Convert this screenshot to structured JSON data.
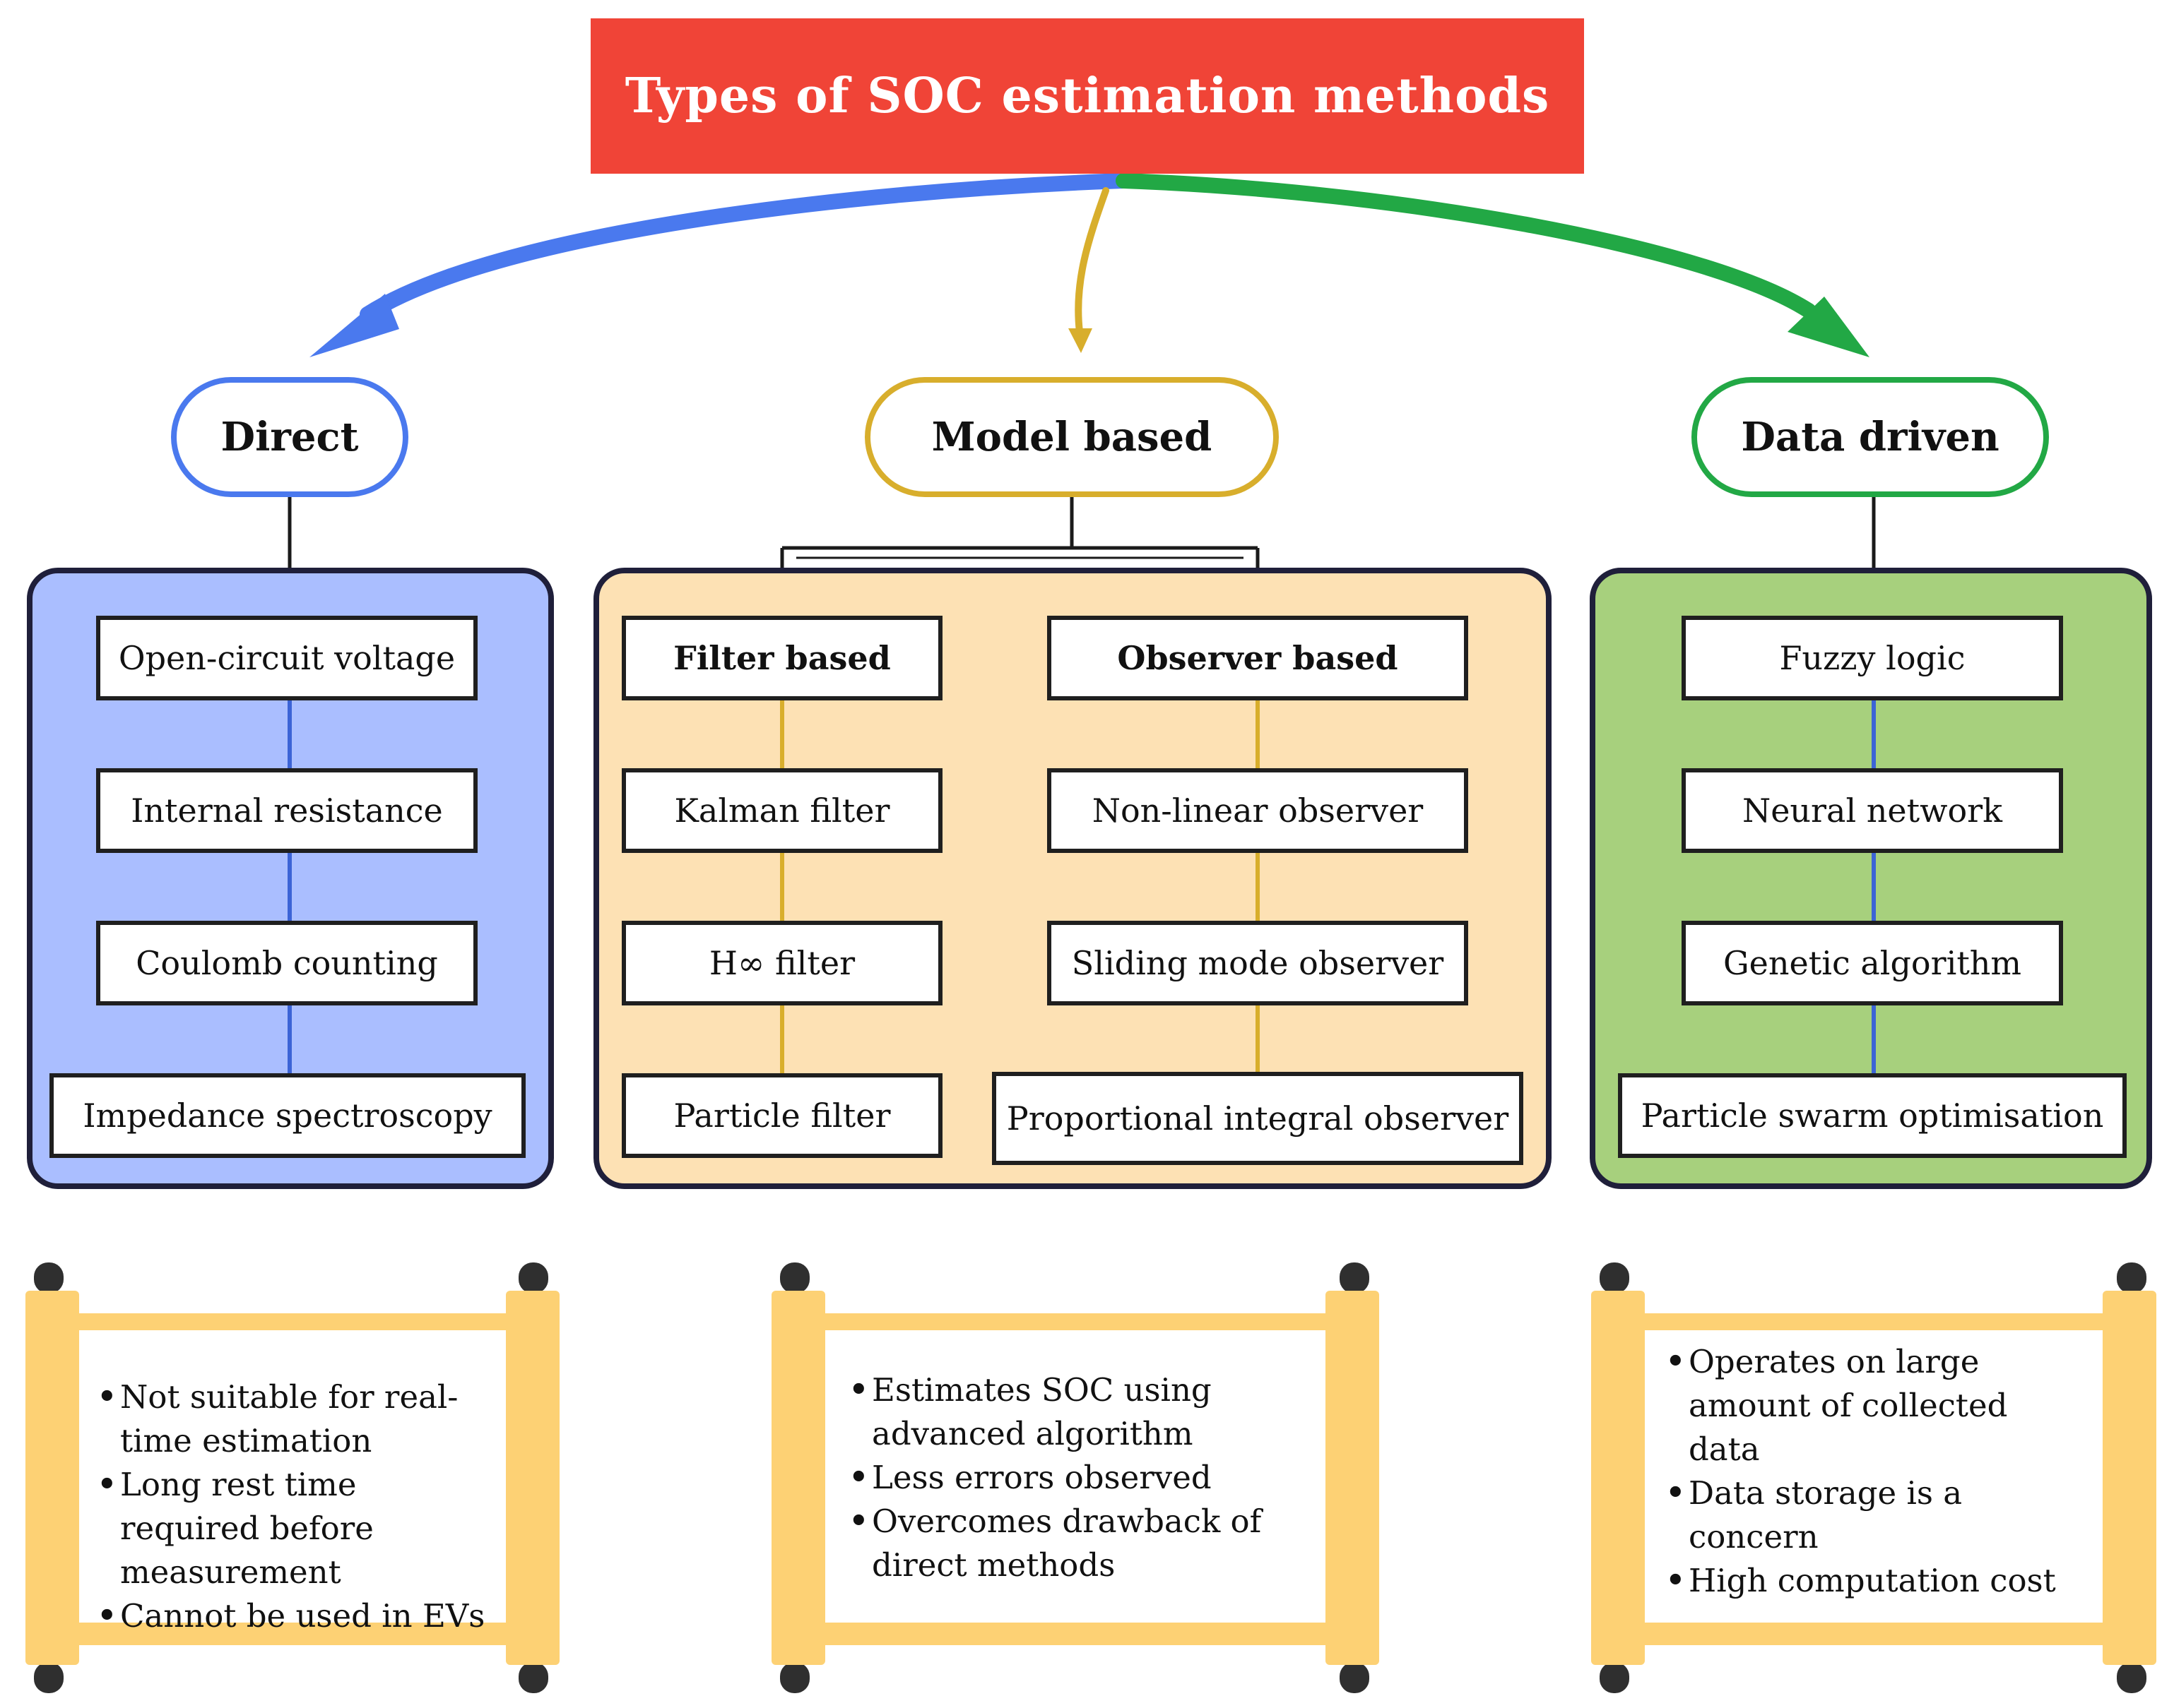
{
  "title": "Types of SOC estimation methods",
  "colors": {
    "title_bg": "#f04437",
    "direct": "#4a79ee",
    "model": "#d8ae2c",
    "data": "#22a845",
    "direct_panel": "#aabeff",
    "model_panel": "#fde1b4",
    "data_panel": "#a7d07d",
    "scroll": "#fdd174"
  },
  "direct": {
    "label": "Direct",
    "methods": [
      "Open-circuit voltage",
      "Internal resistance",
      "Coulomb counting",
      "Impedance spectroscopy"
    ],
    "notes": [
      "Not suitable for real-time estimation",
      "Long rest time required before measurement",
      "Cannot be used in EVs"
    ]
  },
  "model": {
    "label": "Model based",
    "filter": {
      "label": "Filter based",
      "methods": [
        "Kalman filter",
        "H∞ filter",
        "Particle filter"
      ]
    },
    "observer": {
      "label": "Observer based",
      "methods": [
        "Non-linear observer",
        "Sliding mode observer",
        "Proportional integral observer"
      ]
    },
    "notes": [
      "Estimates SOC using advanced algorithm",
      "Less errors observed",
      "Overcomes drawback of direct methods"
    ]
  },
  "data": {
    "label": "Data driven",
    "methods": [
      "Fuzzy logic",
      "Neural network",
      "Genetic algorithm",
      "Particle swarm optimisation"
    ],
    "notes": [
      "Operates on large amount of collected data",
      "Data storage is a concern",
      "High computation cost"
    ]
  }
}
